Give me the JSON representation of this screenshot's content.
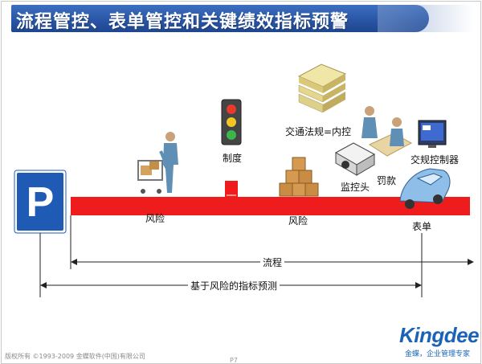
{
  "title": "流程管控、表单管控和关键绩效指标预警",
  "labels": {
    "risk_left": "风险",
    "system": "制度",
    "traffic_rules": "交通法规=内控",
    "risk_center": "风险",
    "camera": "监控头",
    "fine": "罚款",
    "controller": "交规控制器",
    "form": "表单",
    "process": "流程",
    "risk_indicator": "基于风险的指标预测",
    "parking_letter": "P"
  },
  "footer": {
    "copyright": "版权所有 ©1993-2009 金蝶软件(中国)有限公司",
    "page": "P7"
  },
  "logo": {
    "name": "Kingdee",
    "slogan": "金蝶，企业管理专家"
  },
  "colors": {
    "road": "#ee1c1c",
    "title_bar": "#2a56a6",
    "parking_sign": "#1f5ab5",
    "logo": "#1a63b6"
  }
}
